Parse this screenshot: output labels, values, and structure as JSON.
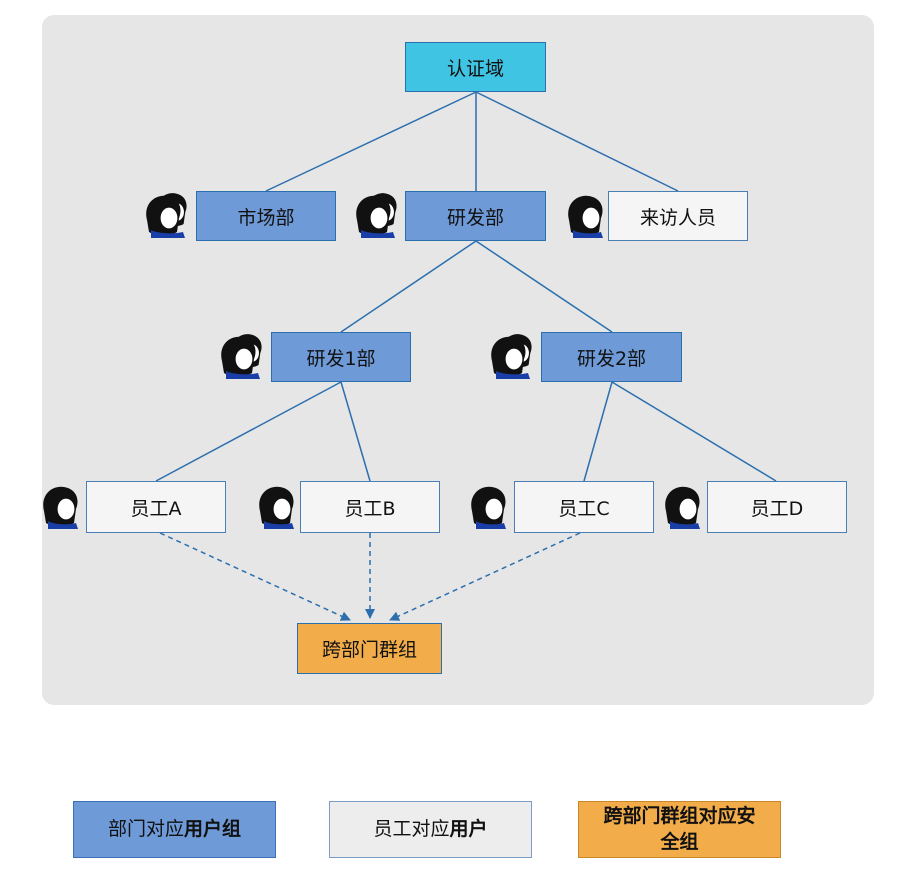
{
  "diagram": {
    "root": "认证域",
    "departments": [
      "市场部",
      "研发部",
      "来访人员"
    ],
    "sub_departments": [
      "研发1部",
      "研发2部"
    ],
    "employees": [
      "员工A",
      "员工B",
      "员工C",
      "员工D"
    ],
    "cross_group": "跨部门群组"
  },
  "legend": {
    "group_prefix": "部门对应",
    "group_bold": "用户组",
    "user_prefix": "员工对应",
    "user_bold": "用户",
    "cross_line1": "跨部门群组对应安",
    "cross_line2": "全组"
  },
  "colors": {
    "root": "#3fc5e3",
    "group": "#6f9ad8",
    "user": "#f5f5f5",
    "cross_group": "#f2ad4a",
    "line": "#2c6fae"
  }
}
